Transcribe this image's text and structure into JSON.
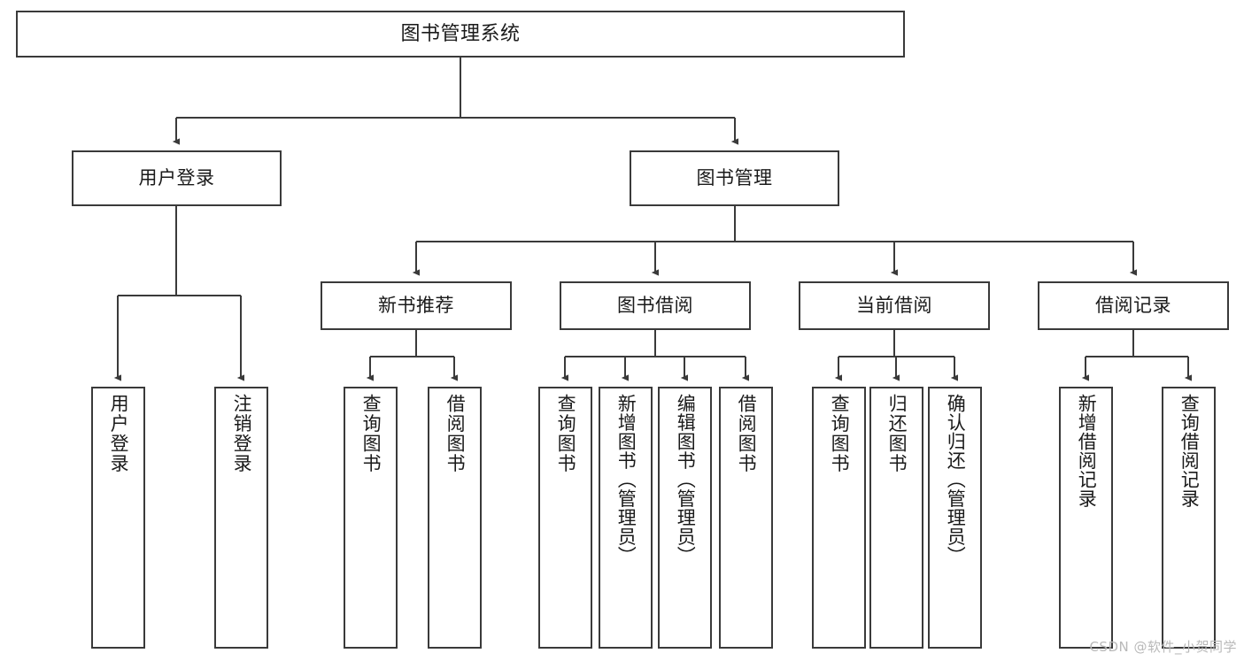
{
  "diagram": {
    "title": "图书管理系统",
    "type": "tree-hierarchy",
    "stroke_color": "#3a3a3a",
    "text_color": "#1a1a1a",
    "background_color": "#ffffff"
  },
  "root": {
    "label": "图书管理系统"
  },
  "level2": [
    {
      "label": "用户登录"
    },
    {
      "label": "图书管理"
    }
  ],
  "level3": [
    {
      "label": "新书推荐"
    },
    {
      "label": "图书借阅"
    },
    {
      "label": "当前借阅"
    },
    {
      "label": "借阅记录"
    }
  ],
  "leaves": {
    "user_login": [
      {
        "label": "用户登录"
      },
      {
        "label": "注销登录"
      }
    ],
    "new_book": [
      {
        "label": "查询图书"
      },
      {
        "label": "借阅图书"
      }
    ],
    "borrow_book": [
      {
        "label": "查询图书"
      },
      {
        "label": "新增图书（管理员）"
      },
      {
        "label": "编辑图书（管理员）"
      },
      {
        "label": "借阅图书"
      }
    ],
    "current_borrow": [
      {
        "label": "查询图书"
      },
      {
        "label": "归还图书"
      },
      {
        "label": "确认归还（管理员）"
      }
    ],
    "borrow_record": [
      {
        "label": "新增借阅记录"
      },
      {
        "label": "查询借阅记录"
      }
    ]
  },
  "watermark": {
    "text": "CSDN @软件_小贺同学"
  }
}
